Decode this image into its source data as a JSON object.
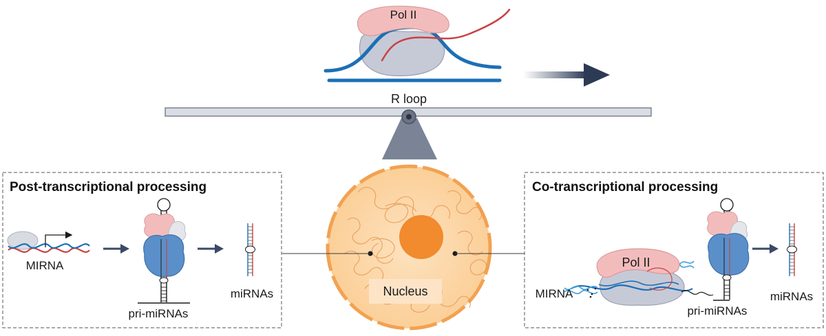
{
  "diagram": {
    "top": {
      "polymerase_label": "Pol II",
      "rloop_label": "R loop"
    },
    "nucleus_label": "Nucleus",
    "left_panel": {
      "title": "Post-transcriptional processing",
      "gene_label": "MIRNA",
      "primary_label": "pri-miRNAs",
      "product_label": "miRNAs"
    },
    "right_panel": {
      "title": "Co-transcriptional processing",
      "polymerase_label": "Pol II",
      "gene_label": "MIRNA",
      "primary_label": "pri-miRNAs",
      "product_label": "miRNAs"
    },
    "colors": {
      "dna_blue": "#1d6fb5",
      "rna_red": "#c94242",
      "polymerase_pink": "#f3bcbc",
      "polymerase_grey": "#c6cad6",
      "drosha_blue": "#5b8fc9",
      "nucleus_fill": "#fcd9ae",
      "nucleus_border": "#f2a251",
      "nucleolus": "#f28a2e",
      "arrow": "#3a4a66"
    }
  }
}
